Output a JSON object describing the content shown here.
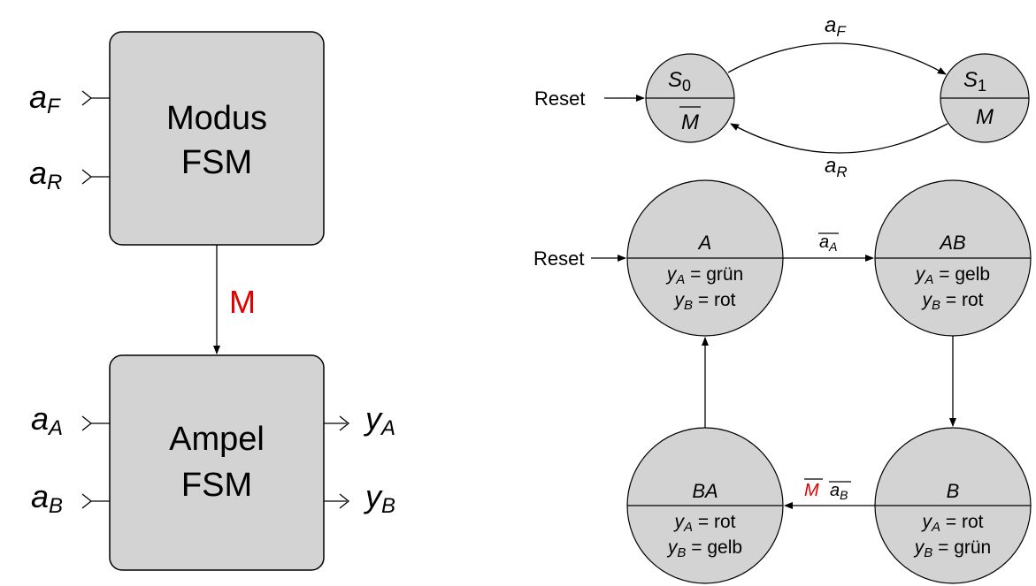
{
  "colors": {
    "box_fill": "#d3d3d3",
    "accent_red": "#e00000"
  },
  "left": {
    "modus": {
      "title_line1": "Modus",
      "title_line2": "FSM",
      "inputs": [
        {
          "base": "a",
          "sub": "F"
        },
        {
          "base": "a",
          "sub": "R"
        }
      ]
    },
    "signal_m": "M",
    "ampel": {
      "title_line1": "Ampel",
      "title_line2": "FSM",
      "inputs": [
        {
          "base": "a",
          "sub": "A"
        },
        {
          "base": "a",
          "sub": "B"
        }
      ],
      "outputs": [
        {
          "base": "y",
          "sub": "A"
        },
        {
          "base": "y",
          "sub": "B"
        }
      ]
    }
  },
  "mode_fsm": {
    "reset": "Reset",
    "s0": {
      "name": "S",
      "sub": "0",
      "output": "M"
    },
    "s1": {
      "name": "S",
      "sub": "1",
      "output": "M"
    },
    "t01": {
      "base": "a",
      "sub": "F"
    },
    "t10": {
      "base": "a",
      "sub": "R"
    }
  },
  "traffic_fsm": {
    "reset": "Reset",
    "states": {
      "A": {
        "name": "A",
        "ya": "= grün",
        "yb": "= rot"
      },
      "AB": {
        "name": "AB",
        "ya": "= gelb",
        "yb": "= rot"
      },
      "B": {
        "name": "B",
        "ya": "= rot",
        "yb": "= grün"
      },
      "BA": {
        "name": "BA",
        "ya": "= rot",
        "yb": "= gelb"
      }
    },
    "y": "y",
    "ya_sub": "A",
    "yb_sub": "B",
    "t_a_ab": {
      "base": "a",
      "sub": "A"
    },
    "t_b_ba": {
      "m": "M",
      "base": "a",
      "sub": "B"
    }
  }
}
